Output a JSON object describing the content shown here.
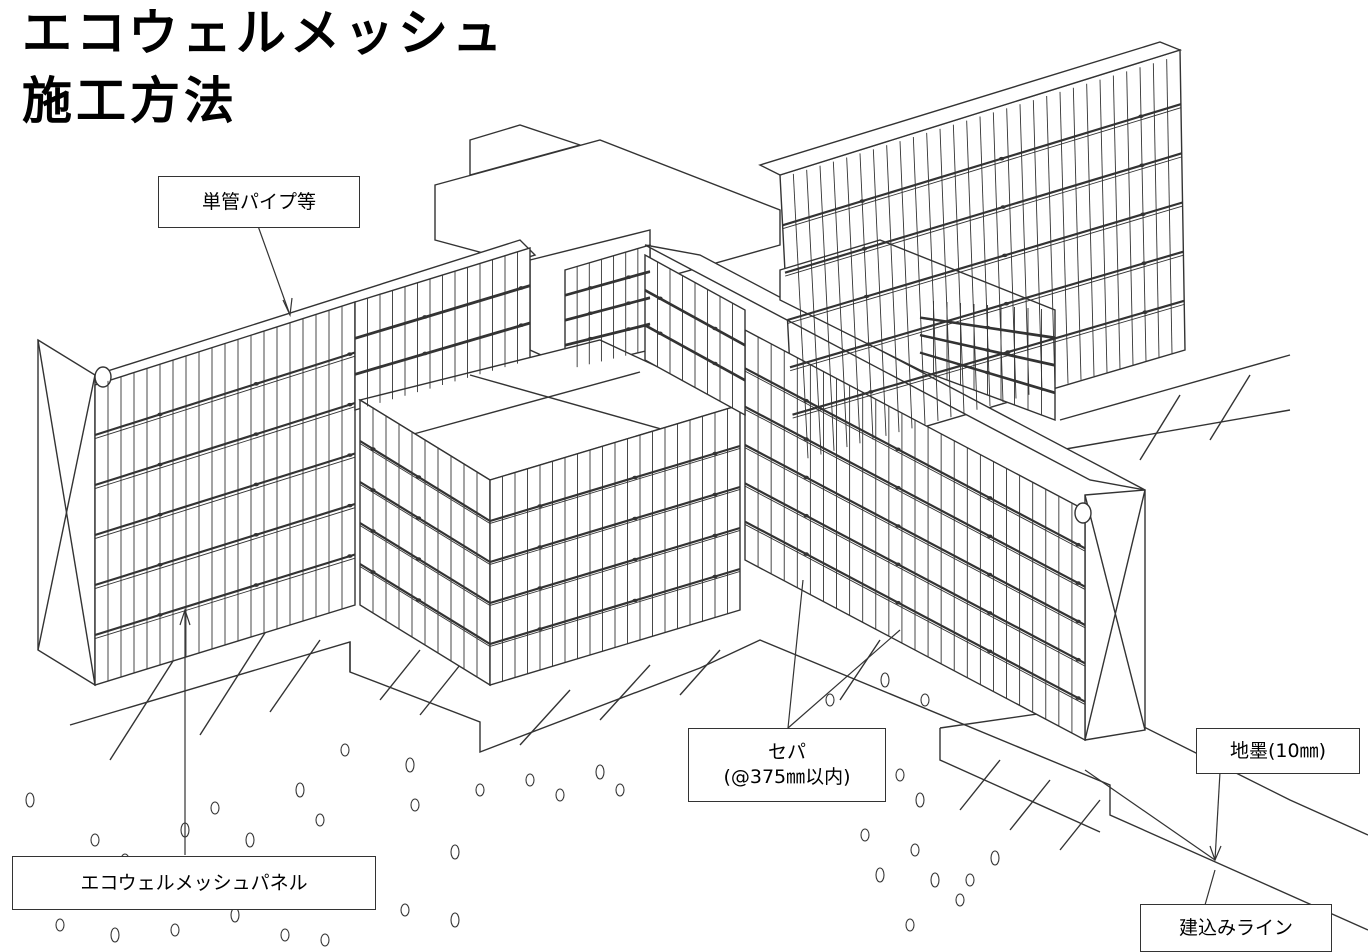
{
  "title": {
    "line1": "エコウェルメッシュ",
    "line2": "施工方法"
  },
  "callouts": {
    "pipe": "単管パイプ等",
    "separator_line1": "セパ",
    "separator_line2": "(@375㎜以内)",
    "ground_mark": "地墨(10㎜)",
    "panel": "エコウェルメッシュパネル",
    "install_line": "建込みライン"
  },
  "colors": {
    "line": "#333333",
    "background": "#ffffff"
  }
}
